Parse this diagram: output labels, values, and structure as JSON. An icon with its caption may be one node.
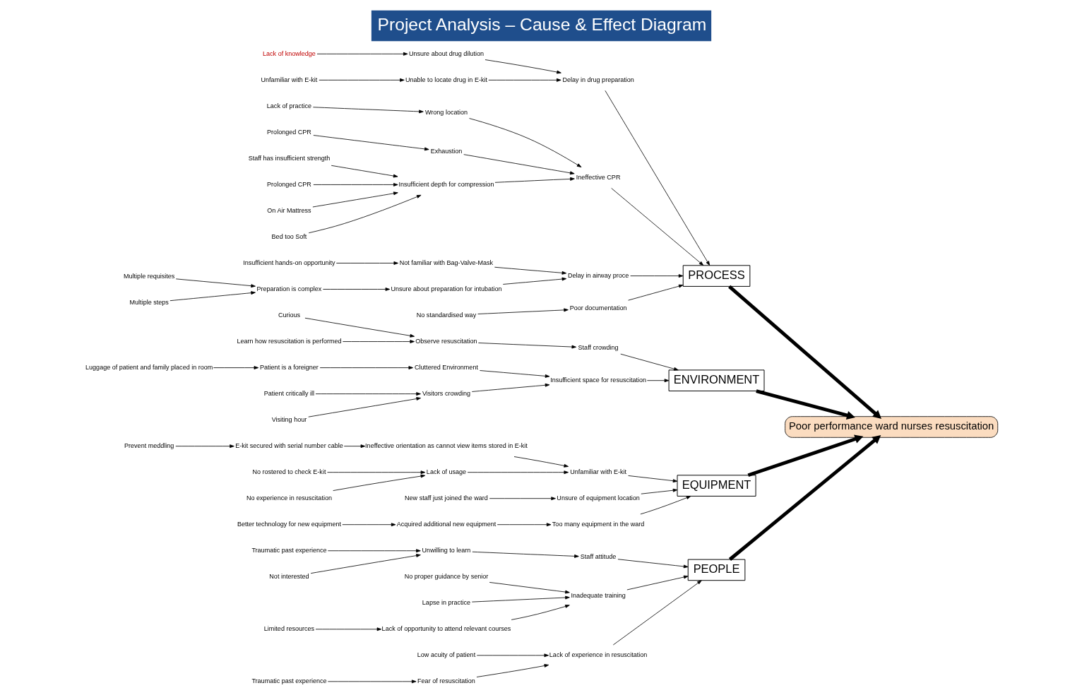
{
  "diagram": {
    "title": "Project Analysis – Cause & Effect Diagram",
    "nodes": [
      {
        "text": [
          "PEOPLE"
        ]
      },
      {
        "text": [
          "Staff attitude"
        ]
      },
      {
        "text": [
          "Traumatic past experience"
        ]
      },
      {
        "text": [
          "Not interested"
        ]
      },
      {
        "text": [
          "Unwilling to learn"
        ]
      },
      {
        "text": [
          "No proper guidance by senior"
        ]
      },
      {
        "text": [
          "Lapse in practice"
        ]
      },
      {
        "text": [
          "Inadequate training"
        ]
      },
      {
        "text": [
          "Limited resources"
        ]
      },
      {
        "text": [
          "Lack of opportunity to attend relevant courses"
        ]
      },
      {
        "text": [
          "Low acuity of patient"
        ]
      },
      {
        "text": [
          "Lack of experience in resuscitation"
        ]
      },
      {
        "text": [
          "Traumatic past experience"
        ]
      },
      {
        "text": [
          "Fear of resuscitation"
        ]
      },
      {
        "text": [
          "PROCESS"
        ]
      },
      {
        "text": [
          "Unsure about drug dilution"
        ]
      },
      {
        "text": [
          "Lack of knowledge"
        ]
      },
      {
        "text": [
          "Delay in drug preparation"
        ]
      },
      {
        "text": [
          "Unfamiliar with E-kit"
        ]
      },
      {
        "text": [
          "Unable to locate drug in E-kit"
        ]
      },
      {
        "text": [
          "Wrong location"
        ]
      },
      {
        "text": [
          "Lack of practice"
        ]
      },
      {
        "text": [
          "Exhaustion"
        ]
      },
      {
        "text": [
          "Prolonged CPR"
        ]
      },
      {
        "text": [
          "Ineffective CPR"
        ]
      },
      {
        "text": [
          "Staff has insufficient strength"
        ]
      },
      {
        "text": [
          "Prolonged CPR"
        ]
      },
      {
        "text": [
          "On Air Mattress"
        ]
      },
      {
        "text": [
          "Bed too Soft"
        ]
      },
      {
        "text": [
          "Insufficient depth for compression"
        ]
      },
      {
        "text": [
          "Not familiar with Bag-Valve-Mask"
        ]
      },
      {
        "text": [
          "Insufficient hands-on opportunity"
        ]
      },
      {
        "text": [
          "Delay in airway proce"
        ]
      },
      {
        "text": [
          "Preparation is complex"
        ]
      },
      {
        "text": [
          "Multiple requisites"
        ]
      },
      {
        "text": [
          "Multiple steps"
        ]
      },
      {
        "text": [
          "Unsure about preparation for intubation"
        ]
      },
      {
        "text": [
          "No standardised way"
        ]
      },
      {
        "text": [
          "Poor documentation"
        ]
      },
      {
        "text": [
          "Poor performance ward nurses resuscitation"
        ]
      },
      {
        "text": [
          "ENVIRONMENT"
        ]
      },
      {
        "text": [
          "Staff crowding"
        ]
      },
      {
        "text": [
          "Curious"
        ]
      },
      {
        "text": [
          "Learn how resuscitation is performed"
        ]
      },
      {
        "text": [
          "Observe resuscitation"
        ]
      },
      {
        "text": [
          "Cluttered Environment"
        ]
      },
      {
        "text": [
          "Luggage of patient and family placed in room"
        ]
      },
      {
        "text": [
          "Patient is a foreigner"
        ]
      },
      {
        "text": [
          "Insufficient space for resuscitation"
        ]
      },
      {
        "text": [
          "Patient critically ill"
        ]
      },
      {
        "text": [
          "Visiting hour"
        ]
      },
      {
        "text": [
          "Visitors crowding"
        ]
      },
      {
        "text": [
          "EQUIPMENT"
        ]
      },
      {
        "text": [
          "Ineffective orientation as cannot view items stored in E-kit"
        ]
      },
      {
        "text": [
          "E-kit secured with serial number cable"
        ]
      },
      {
        "text": [
          "Prevent meddling"
        ]
      },
      {
        "text": [
          "Unfamiliar with E-kit"
        ]
      },
      {
        "text": [
          "No rostered to check E-kit"
        ]
      },
      {
        "text": [
          "No experience in resuscitation"
        ]
      },
      {
        "text": [
          "Lack of usage"
        ]
      },
      {
        "text": [
          "New staff just joined the ward"
        ]
      },
      {
        "text": [
          "Unsure of equipment location"
        ]
      },
      {
        "text": [
          "Too many equipment in the ward"
        ]
      },
      {
        "text": [
          "Better technology for new equipment"
        ]
      },
      {
        "text": [
          "Acquired additional new equipment"
        ]
      }
    ],
    "edges": [
      {
        "from": 0,
        "to": 39,
        "arrow": "to",
        "style": "thick"
      },
      {
        "from": 1,
        "to": 0,
        "arrow": "to"
      },
      {
        "from": 2,
        "to": 4,
        "arrow": "to"
      },
      {
        "from": 3,
        "to": 4,
        "arrow": "to"
      },
      {
        "from": 4,
        "to": 1,
        "arrow": "to"
      },
      {
        "from": 5,
        "to": 7,
        "arrow": "to"
      },
      {
        "from": 6,
        "to": 7,
        "arrow": "to"
      },
      {
        "from": 7,
        "to": 0,
        "arrow": "to"
      },
      {
        "from": 8,
        "to": 9,
        "arrow": "to"
      },
      {
        "from": 9,
        "to": 7,
        "arrow": "to"
      },
      {
        "from": 10,
        "to": 11,
        "arrow": "to"
      },
      {
        "from": 11,
        "to": 0,
        "arrow": "to"
      },
      {
        "from": 12,
        "to": 13,
        "arrow": "to"
      },
      {
        "from": 13,
        "to": 11,
        "arrow": "to"
      },
      {
        "from": 14,
        "to": 39,
        "arrow": "to",
        "style": "thick"
      },
      {
        "from": 15,
        "to": 17,
        "arrow": "to"
      },
      {
        "from": 16,
        "to": 15,
        "arrow": "to"
      },
      {
        "from": 17,
        "to": 14,
        "arrow": "to"
      },
      {
        "from": 18,
        "to": 19,
        "arrow": "to"
      },
      {
        "from": 19,
        "to": 17,
        "arrow": "to"
      },
      {
        "from": 20,
        "to": 24,
        "arrow": "to"
      },
      {
        "from": 21,
        "to": 20,
        "arrow": "to"
      },
      {
        "from": 22,
        "to": 24,
        "arrow": "to"
      },
      {
        "from": 23,
        "to": 22,
        "arrow": "to"
      },
      {
        "from": 24,
        "to": 14,
        "arrow": "to"
      },
      {
        "from": 25,
        "to": 29,
        "arrow": "to"
      },
      {
        "from": 26,
        "to": 29,
        "arrow": "to"
      },
      {
        "from": 27,
        "to": 29,
        "arrow": "to"
      },
      {
        "from": 28,
        "to": 29,
        "arrow": "to"
      },
      {
        "from": 29,
        "to": 24,
        "arrow": "to"
      },
      {
        "from": 30,
        "to": 32,
        "arrow": "to"
      },
      {
        "from": 31,
        "to": 30,
        "arrow": "to"
      },
      {
        "from": 32,
        "to": 14,
        "arrow": "to"
      },
      {
        "from": 33,
        "to": 36,
        "arrow": "to"
      },
      {
        "from": 34,
        "to": 33,
        "arrow": "to"
      },
      {
        "from": 35,
        "to": 33,
        "arrow": "to"
      },
      {
        "from": 36,
        "to": 32,
        "arrow": "to"
      },
      {
        "from": 37,
        "to": 38,
        "arrow": "to"
      },
      {
        "from": 38,
        "to": 14,
        "arrow": "to"
      },
      {
        "from": 40,
        "to": 39,
        "arrow": "to",
        "style": "thick"
      },
      {
        "from": 41,
        "to": 40,
        "arrow": "to"
      },
      {
        "from": 42,
        "to": 44,
        "arrow": "to"
      },
      {
        "from": 43,
        "to": 44,
        "arrow": "to"
      },
      {
        "from": 44,
        "to": 41,
        "arrow": "to"
      },
      {
        "from": 45,
        "to": 48,
        "arrow": "to"
      },
      {
        "from": 46,
        "to": 47,
        "arrow": "to"
      },
      {
        "from": 47,
        "to": 45,
        "arrow": "to"
      },
      {
        "from": 48,
        "to": 40,
        "arrow": "to"
      },
      {
        "from": 49,
        "to": 51,
        "arrow": "to"
      },
      {
        "from": 50,
        "to": 51,
        "arrow": "to"
      },
      {
        "from": 51,
        "to": 48,
        "arrow": "to"
      },
      {
        "from": 52,
        "to": 39,
        "arrow": "to",
        "style": "thick"
      },
      {
        "from": 53,
        "to": 56,
        "arrow": "to"
      },
      {
        "from": 54,
        "to": 53,
        "arrow": "to"
      },
      {
        "from": 55,
        "to": 54,
        "arrow": "to"
      },
      {
        "from": 56,
        "to": 52,
        "arrow": "to"
      },
      {
        "from": 57,
        "to": 59,
        "arrow": "to"
      },
      {
        "from": 58,
        "to": 59,
        "arrow": "to"
      },
      {
        "from": 59,
        "to": 56,
        "arrow": "to"
      },
      {
        "from": 60,
        "to": 61,
        "arrow": "to"
      },
      {
        "from": 61,
        "to": 52,
        "arrow": "to"
      },
      {
        "from": 62,
        "to": 52,
        "arrow": "to"
      },
      {
        "from": 63,
        "to": 64,
        "arrow": "to"
      },
      {
        "from": 64,
        "to": 62,
        "arrow": "to"
      }
    ]
  }
}
